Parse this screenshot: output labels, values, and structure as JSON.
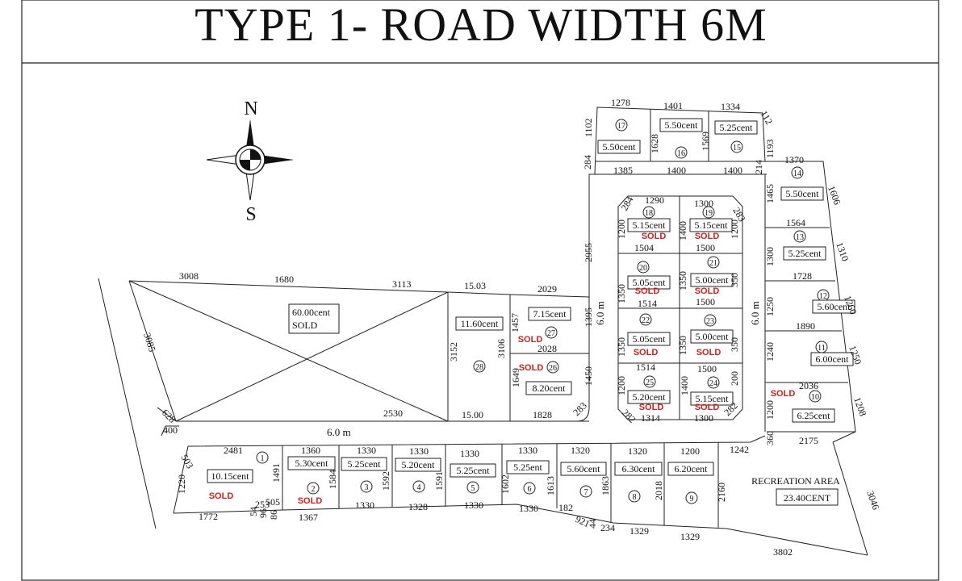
{
  "title": "TYPE 1-  ROAD WIDTH 6M",
  "compass": {
    "north": "N",
    "south": "S"
  },
  "roads": {
    "horizontal": "6.0 m",
    "vertical_left": "6.0 m",
    "vertical_right": "6.0 m",
    "bottom": "6.0 m"
  },
  "big_plot": {
    "area": "60.00cent",
    "status": "SOLD"
  },
  "recreation": {
    "label": "RECREATION AREA",
    "area": "23.40CENT"
  },
  "plots": [
    {
      "no": "1",
      "area": "10.15cent",
      "sold": "SOLD"
    },
    {
      "no": "2",
      "area": "5.30cent",
      "sold": "SOLD"
    },
    {
      "no": "3",
      "area": "5.25cent",
      "sold": ""
    },
    {
      "no": "4",
      "area": "5.20cent",
      "sold": ""
    },
    {
      "no": "5",
      "area": "5.25cent",
      "sold": ""
    },
    {
      "no": "6",
      "area": "5.25ent",
      "sold": ""
    },
    {
      "no": "7",
      "area": "5.60cent",
      "sold": ""
    },
    {
      "no": "8",
      "area": "6.30cent",
      "sold": ""
    },
    {
      "no": "9",
      "area": "6.20cent",
      "sold": ""
    },
    {
      "no": "10",
      "area": "6.25cent",
      "sold": "SOLD"
    },
    {
      "no": "11",
      "area": "6.00cent",
      "sold": ""
    },
    {
      "no": "12",
      "area": "5.60cent",
      "sold": ""
    },
    {
      "no": "13",
      "area": "5.25cent",
      "sold": ""
    },
    {
      "no": "14",
      "area": "5.50cent",
      "sold": ""
    },
    {
      "no": "15",
      "area": "5.25cent",
      "sold": ""
    },
    {
      "no": "16",
      "area": "5.50cent",
      "sold": ""
    },
    {
      "no": "17",
      "area": "5.50cent",
      "sold": ""
    },
    {
      "no": "18",
      "area": "5.15cent",
      "sold": "SOLD"
    },
    {
      "no": "19",
      "area": "5.15cent",
      "sold": "SOLD"
    },
    {
      "no": "20",
      "area": "5.05cent",
      "sold": "SOLD"
    },
    {
      "no": "21",
      "area": "5.00cent",
      "sold": "SOLD"
    },
    {
      "no": "22",
      "area": "5.05cent",
      "sold": "SOLD"
    },
    {
      "no": "23",
      "area": "5.00cent",
      "sold": "SOLD"
    },
    {
      "no": "24",
      "area": "5.15cent",
      "sold": "SOLD"
    },
    {
      "no": "25",
      "area": "5.20cent",
      "sold": "SOLD"
    },
    {
      "no": "26",
      "area": "8.20cent",
      "sold": "SOLD"
    },
    {
      "no": "27",
      "area": "7.15cent",
      "sold": "SOLD"
    },
    {
      "no": "28",
      "area": "11.60cent",
      "sold": ""
    }
  ],
  "dims": {
    "d3008": "3008",
    "d1680": "1680",
    "d3113": "3113",
    "d1503": "15.03",
    "d2029": "2029",
    "d3085": "3085",
    "d628": "628",
    "d400": "400",
    "d2530": "2530",
    "d1500b": "15.00",
    "d1828": "1828",
    "d3152": "3152",
    "d3106": "3106",
    "d1457": "1457",
    "d1395": "1395",
    "d2028": "2028",
    "d1649": "1649",
    "d1450": "1450",
    "d283a": "283",
    "d2955": "2955",
    "d1278": "1278",
    "d1401": "1401",
    "d1334": "1334",
    "d112": "112",
    "d1102": "1102",
    "d284a": "284",
    "d1628": "1628",
    "d1569": "1569",
    "d1193": "1193",
    "d1385": "1385",
    "d1400a": "1400",
    "d1400b": "1400",
    "d214": "214",
    "d1370": "1370",
    "d1606": "1606",
    "d1465": "1465",
    "d1564": "1564",
    "d1310": "1310",
    "d1300a": "1300",
    "d1728": "1728",
    "d1250a": "1250",
    "d1260": "1260",
    "d1890": "1890",
    "d1240": "1240",
    "d1250b": "1250",
    "d2036": "2036",
    "d1200a": "1200",
    "d1208": "1208",
    "d360": "360",
    "d2175": "2175",
    "d1290": "1290",
    "d1300b": "1300",
    "d284b": "284",
    "d283b": "283",
    "d1200b": "1200",
    "d1400c": "1400",
    "d1200c": "1200",
    "d1504": "1504",
    "d1500a": "1500",
    "d1350a": "1350",
    "d1350b": "1350",
    "d350a": "350",
    "d1514a": "1514",
    "d1500c": "1500",
    "d1350c": "1350",
    "d1350d": "1350",
    "d350b": "350",
    "d1514b": "1514",
    "d1500d": "1500",
    "d1200d": "1200",
    "d1400d": "1400",
    "d200": "200",
    "d1314": "1314",
    "d1300c": "1300",
    "d282a": "282",
    "d282b": "282",
    "d2481": "2481",
    "d1360": "1360",
    "d1330a": "1330",
    "d1330b": "1330",
    "d1330c": "1330",
    "d1330d": "1330",
    "d1320a": "1320",
    "d1320b": "1320",
    "d1200e": "1200",
    "d1242": "1242",
    "d503": "503",
    "d1220": "1220",
    "d1491": "1491",
    "d1584": "1584",
    "d1592": "1592",
    "d1591": "1591",
    "d1602": "1602",
    "d1613": "1613",
    "d1863": "1863",
    "d2018": "2018",
    "d2160": "2160",
    "d3046": "3046",
    "d1772": "1772",
    "d253": "253",
    "d505": "505",
    "d54": "54",
    "d96": "96",
    "d86": "86",
    "d1367": "1367",
    "d1330e": "1330",
    "d1328": "1328",
    "d1330f": "1330",
    "d1330g": "1330",
    "d182": "182",
    "d921": "921",
    "d44": "44",
    "d234": "234",
    "d1329a": "1329",
    "d1329b": "1329",
    "d3802": "3802"
  }
}
